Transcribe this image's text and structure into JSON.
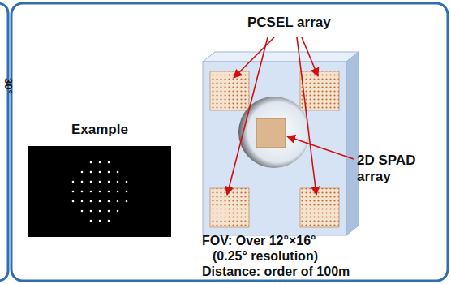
{
  "diagram": {
    "labels": [
      "30°",
      "PCSEL array",
      "Example",
      "2D SPAD array",
      "FOV: Over 12°×16°",
      "(0.25° resolution)",
      "Distance: order of 100m"
    ]
  }
}
